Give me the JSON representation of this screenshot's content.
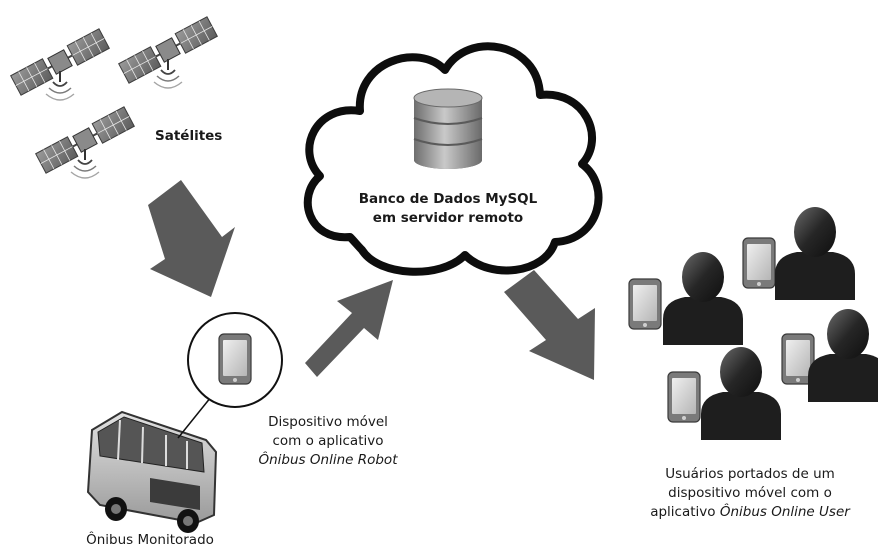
{
  "labels": {
    "satellites": "Satélites",
    "database_line1": "Banco de Dados MySQL",
    "database_line2": "em servidor remoto",
    "device_line1": "Dispositivo móvel",
    "device_line2": "com o aplicativo",
    "device_line3": "Ônibus Online Robot",
    "users_line1": "Usuários portados de um",
    "users_line2": "dispositivo móvel com o",
    "users_line3_prefix": "aplicativo ",
    "users_line3_app": "Ônibus Online User",
    "bus": "Ônibus Monitorado"
  },
  "colors": {
    "arrow": "#5a5a5a",
    "person": "#262626",
    "cloud_stroke": "#111111",
    "database": "#8d8d8d"
  }
}
